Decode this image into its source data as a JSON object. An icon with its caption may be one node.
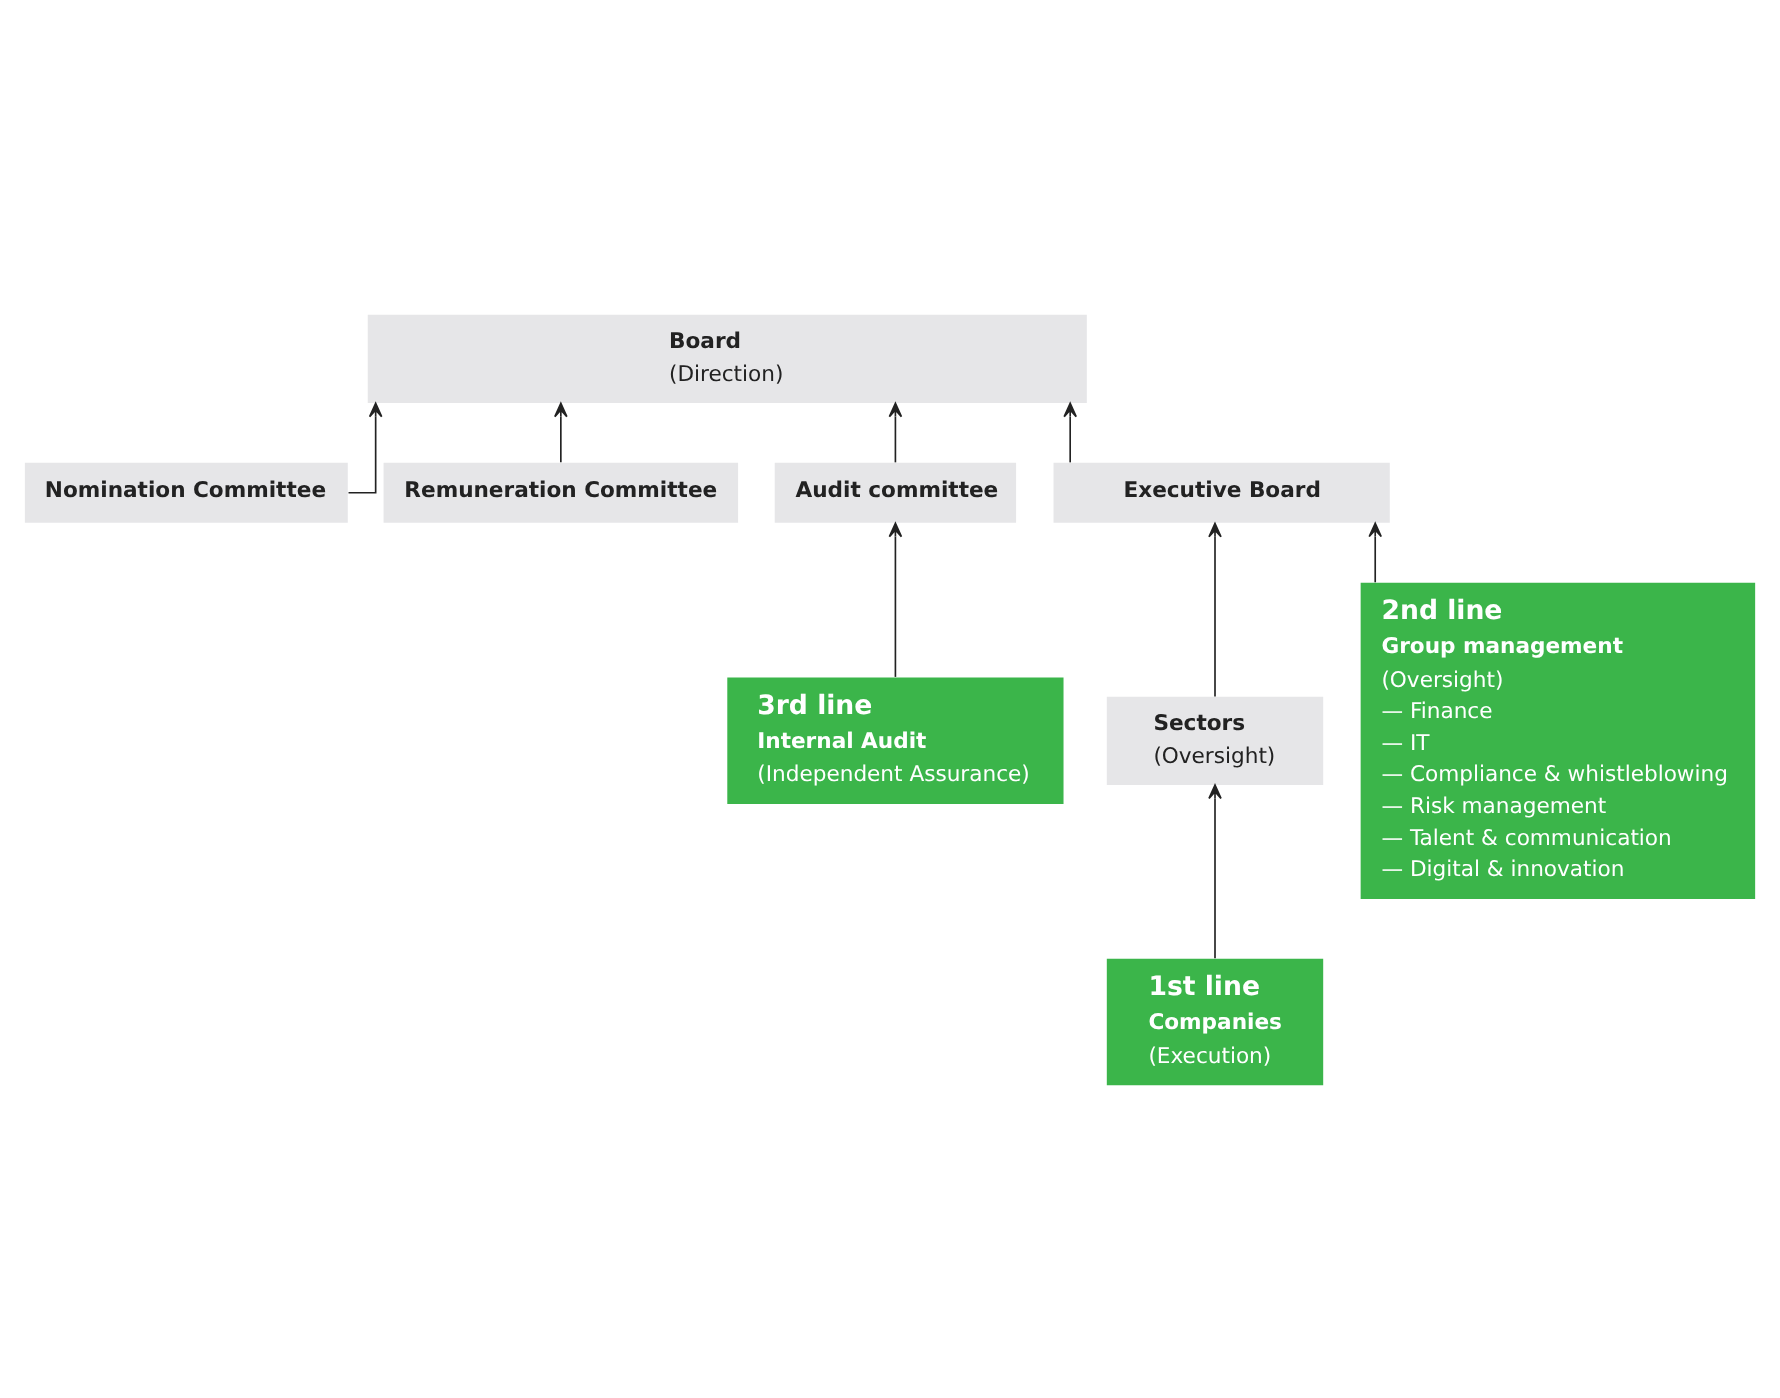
{
  "diagram": {
    "nodes": [
      {
        "text": [
          "Board",
          "(Direction)"
        ]
      },
      {
        "text": [
          "Nomination Committee"
        ]
      },
      {
        "text": [
          "Remuneration Committee"
        ]
      },
      {
        "text": [
          "Audit committee"
        ]
      },
      {
        "text": [
          "Executive Board"
        ]
      },
      {
        "text": [
          "Sectors",
          "(Oversight)"
        ]
      },
      {
        "text": [
          "2nd line",
          "Group management",
          "(Oversight)",
          "— Finance",
          "— IT",
          "— Compliance & whistleblowing",
          "— Risk management",
          "— Talent & communication",
          "— Digital & innovation"
        ]
      },
      {
        "text": [
          "3rd line",
          "Internal Audit",
          "(Independent Assurance)"
        ]
      },
      {
        "text": [
          "1st line",
          "Companies",
          "(Execution)"
        ]
      }
    ],
    "edges": [
      {
        "from": 4,
        "to": 0,
        "arrow": "to"
      },
      {
        "from": 1,
        "to": 0,
        "arrow": "to"
      },
      {
        "from": 2,
        "to": 0,
        "arrow": "to"
      },
      {
        "from": 3,
        "to": 0,
        "arrow": "to"
      },
      {
        "from": 5,
        "to": 4,
        "arrow": "to"
      },
      {
        "from": 6,
        "to": 4,
        "arrow": "to"
      },
      {
        "from": 7,
        "to": 3,
        "arrow": "to"
      },
      {
        "from": 8,
        "to": 5,
        "arrow": "to"
      }
    ]
  }
}
